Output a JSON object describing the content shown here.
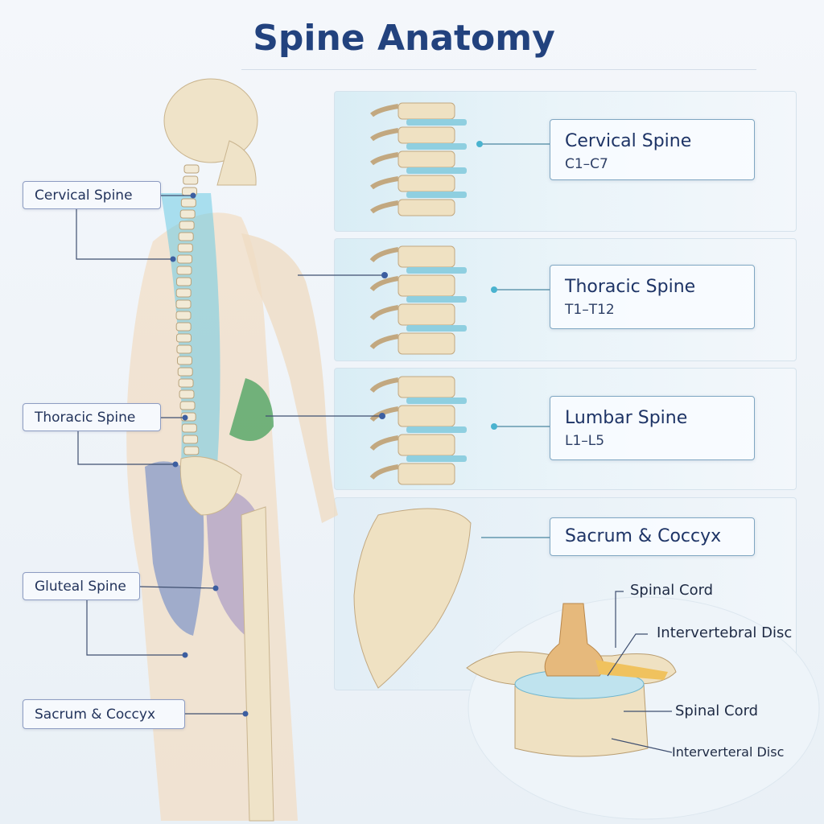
{
  "title": "Spine Anatomy",
  "left_labels": [
    "Cervical Spine",
    "Thoracic Spine",
    "Gluteal Spine",
    "Sacrum & Coccyx"
  ],
  "panels": [
    {
      "name": "Cervical Spine",
      "range": "C1–C7"
    },
    {
      "name": "Thoracic Spine",
      "range": "T1–T12"
    },
    {
      "name": "Lumbar Spine",
      "range": "L1–L5"
    },
    {
      "name": "Sacrum & Coccyx"
    }
  ],
  "cross_section_labels": [
    "Spinal Cord",
    "Intervertebral Disc",
    "Spinal Cord",
    "Interverteral Disc"
  ],
  "colors": {
    "title": "#22427e",
    "bone": "#efe1c2",
    "disc": "#8fcfe0",
    "highlight": "#5cc6e0",
    "muscle_green": "#5aa86a",
    "muscle_blue": "#5f7fc4",
    "muscle_purple": "#8e80c0"
  }
}
